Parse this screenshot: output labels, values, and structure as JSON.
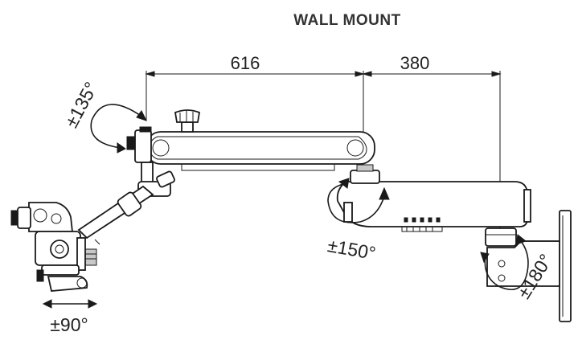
{
  "title": "WALL MOUNT",
  "dimensions": {
    "arm1_length": "616",
    "arm2_length": "380"
  },
  "rotations": {
    "arm1_joint": "±135°",
    "arm2_joint": "±150°",
    "wall_bracket": "±180°",
    "microscope_tilt": "±90°"
  }
}
